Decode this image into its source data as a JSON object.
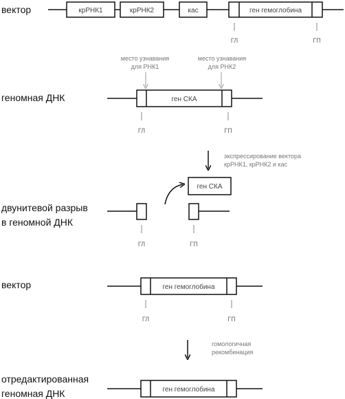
{
  "rows": {
    "vector_top": "вектор",
    "genomic_dna": "геномная ДНК",
    "dsb_line1": "двунитевой разрыв",
    "dsb_line2": "в геномной ДНК",
    "vector": "вектор",
    "edited_line1": "отредактированная",
    "edited_line2": "геномная ДНК"
  },
  "top_vector_boxes": [
    "крРНК1",
    "крРНК2",
    "кас",
    "ген гемоглобина"
  ],
  "genes": {
    "cka": "ген СКА",
    "cka_excised": "ген СКА",
    "hemoglobin": "ген гемоглобина",
    "hemoglobin_edited": "ген гемоглобина"
  },
  "arms": {
    "left": "ГЛ",
    "right": "ГП"
  },
  "recognition_sites": {
    "rna1_line1": "место узнавания",
    "rna1_line2": "для РНК1",
    "rna2_line1": "место узнавания",
    "rna2_line2": "для РНК2"
  },
  "steps": {
    "expression_line1": "экспрессирование вектора",
    "expression_line2": "крРНК1, крРНК2 и кас",
    "recombination_line1": "гомологичная",
    "recombination_line2": "рекомбинация"
  },
  "colors": {
    "line": "#111111",
    "label": "#111111",
    "secondary": "#777777"
  }
}
